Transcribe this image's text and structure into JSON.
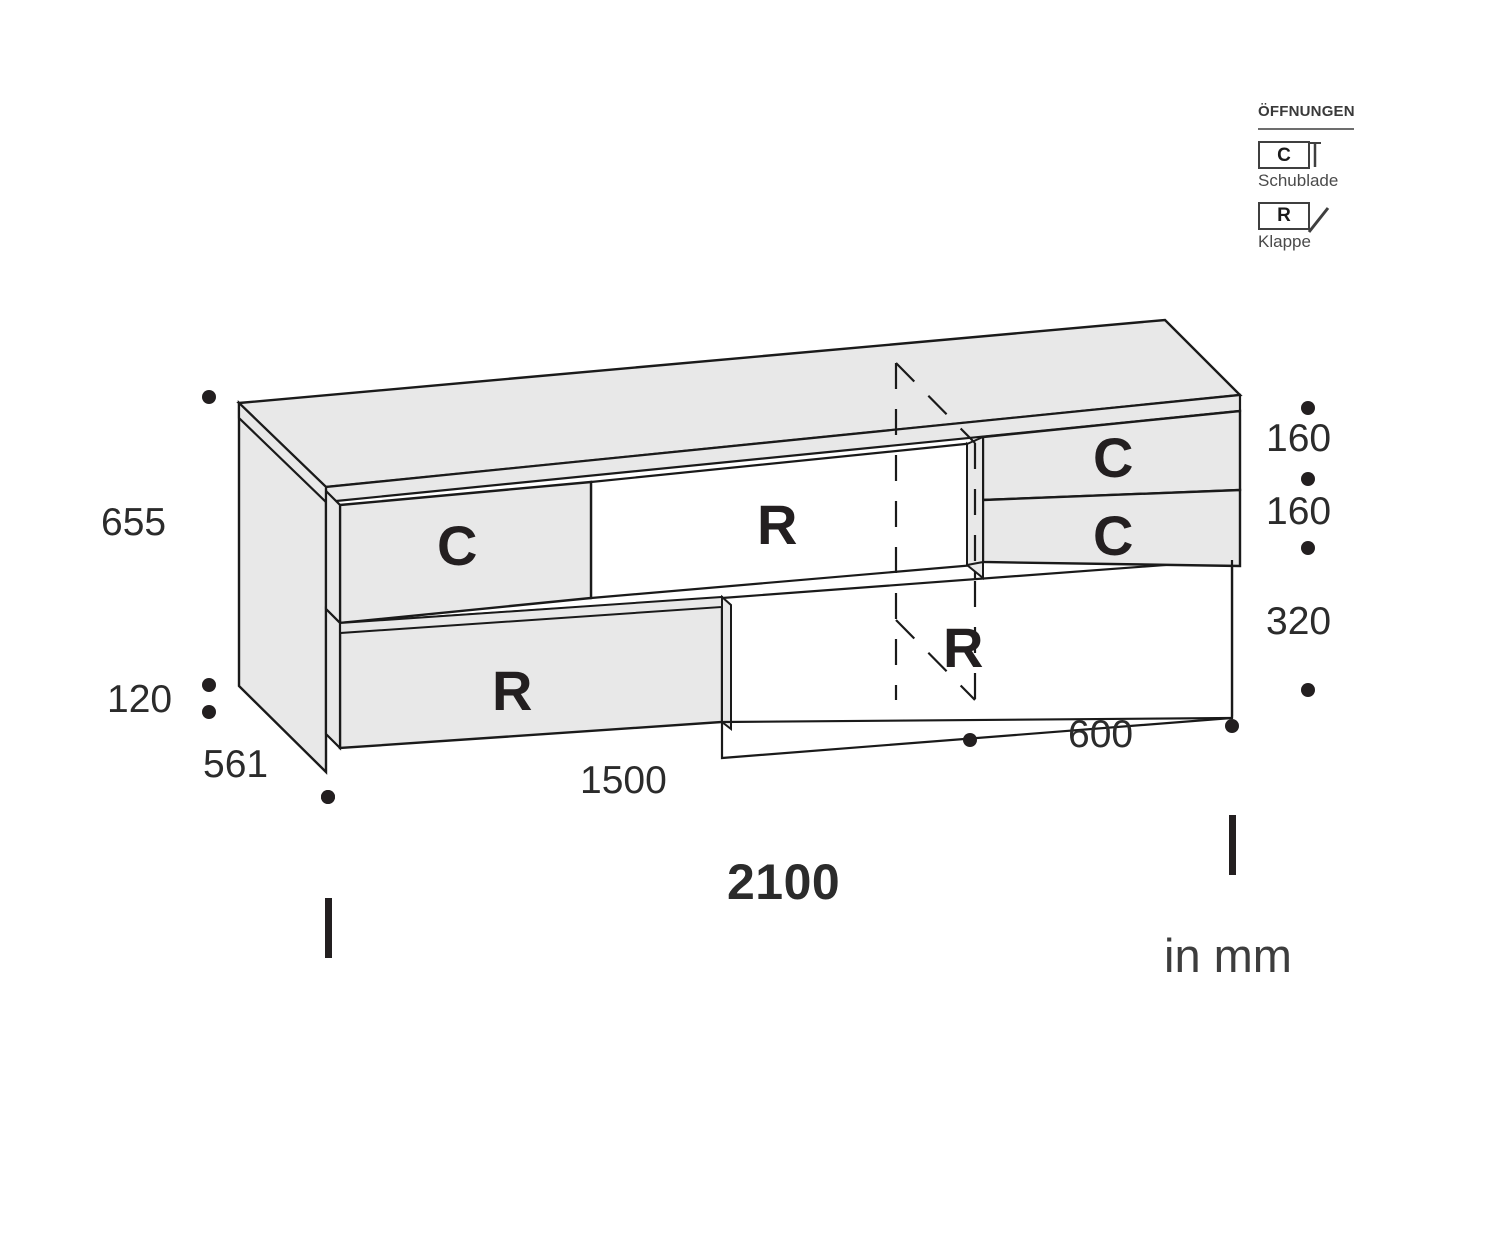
{
  "legend": {
    "title": "ÖFFNUNGEN",
    "entries": [
      {
        "code": "C",
        "label": "Schublade",
        "icon": "drawer-icon"
      },
      {
        "code": "R",
        "label": "Klappe",
        "icon": "flap-icon"
      }
    ]
  },
  "drawing": {
    "unit_note": "in mm",
    "dimensions": {
      "left_height": "655",
      "left_plinth": "120",
      "depth": "561",
      "left_module_width": "1500",
      "right_module_width": "600",
      "total_width": "2100",
      "right_drawer_top": "160",
      "right_drawer_bottom": "160",
      "right_opening": "320"
    },
    "faces": [
      {
        "id": "left-upper-drawer",
        "code": "C",
        "type": "Schublade"
      },
      {
        "id": "left-lower-flap",
        "code": "R",
        "type": "Klappe"
      },
      {
        "id": "center-upper-flap",
        "code": "R",
        "type": "Klappe"
      },
      {
        "id": "center-lower-flap",
        "code": "R",
        "type": "Klappe"
      },
      {
        "id": "right-drawer-top",
        "code": "C",
        "type": "Schublade"
      },
      {
        "id": "right-drawer-bottom",
        "code": "C",
        "type": "Schublade"
      }
    ]
  },
  "colors": {
    "panel_fill": "#e8e8e8",
    "open_fill": "#ffffff",
    "outline": "#1a1a1a",
    "text": "#231f20"
  }
}
